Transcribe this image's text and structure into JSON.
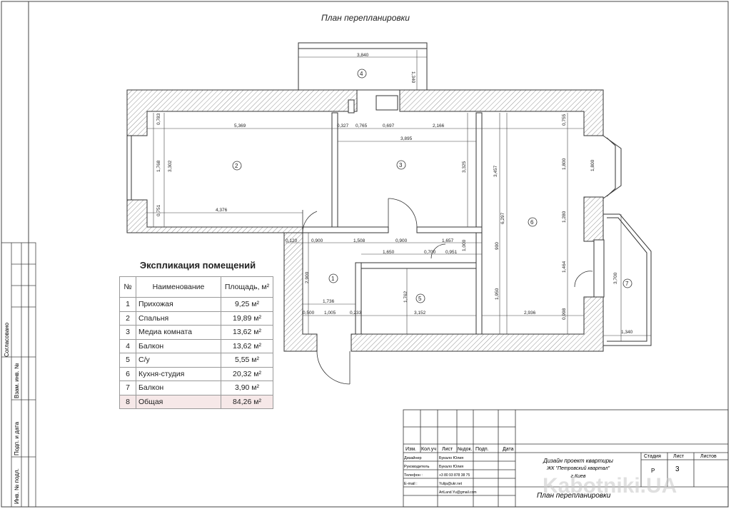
{
  "title": "План перепланировки",
  "rooms": [
    "1",
    "2",
    "3",
    "4",
    "5",
    "6",
    "7"
  ],
  "dims": {
    "d3840": "3,840",
    "d1340a": "1,340",
    "d5369": "5,369",
    "d0327": "0,327",
    "d0765": "0,765",
    "d0697": "0,697",
    "d2166": "2,166",
    "d3895": "3,895",
    "d0783": "0,783",
    "d1768": "1,768",
    "d3302": "3,302",
    "d0751": "0,751",
    "d4376": "4,376",
    "d3325": "3,325",
    "d3457": "3,457",
    "d6297": "6,297",
    "d0755": "0,755",
    "d1800a": "1,800",
    "d1800b": "1,800",
    "d1280": "1,280",
    "d1464": "1,464",
    "d0998": "0,998",
    "d0120": "0,120",
    "d0900a": "0,900",
    "d1508": "1,508",
    "d0900b": "0,900",
    "d1657": "1,657",
    "d1650": "1,650",
    "d0700": "0,700",
    "d0951": "0,951",
    "d1000": "1,000",
    "d900": "900",
    "d2900": "2,900",
    "d1736": "1,736",
    "d1762": "1,762",
    "d0500": "0,500",
    "d1005": "1,005",
    "d0233": "0,233",
    "d3152": "3,152",
    "d1950": "1,950",
    "d2936": "2,936",
    "d3700": "3,700",
    "d1340b": "1,340"
  },
  "explication": {
    "title": "Экспликация помещений",
    "headers": [
      "№",
      "Наименование",
      "Площадь, м²"
    ],
    "rows": [
      {
        "n": "1",
        "name": "Прихожая",
        "area": "9,25 м²"
      },
      {
        "n": "2",
        "name": "Спальня",
        "area": "19,89 м²"
      },
      {
        "n": "3",
        "name": "Медиа комната",
        "area": "13,62 м²"
      },
      {
        "n": "4",
        "name": "Балкон",
        "area": "13,62 м²"
      },
      {
        "n": "5",
        "name": "С/у",
        "area": "5,55 м²"
      },
      {
        "n": "6",
        "name": "Кухня-студия",
        "area": "20,32 м²"
      },
      {
        "n": "7",
        "name": "Балкон",
        "area": "3,90 м²"
      },
      {
        "n": "8",
        "name": "Общая",
        "area": "84,26 м²"
      }
    ]
  },
  "side_stamp": [
    "Согласовано",
    "Взам. инв. №",
    "Подп. и дата",
    "Инв. № подл."
  ],
  "stamp": {
    "cols": [
      "Изм.",
      "Кол.уч",
      "Лист",
      "№док.",
      "Подп.",
      "Дата"
    ],
    "roles": [
      "Дизайнер",
      "Руководитель",
      "Телефон :",
      "E-mail :"
    ],
    "names": [
      "Букало Юлия",
      "Букало Юлия",
      "+3 80 93 878 38 75",
      "Yulija@ukr.net",
      "ArtLand.Yu@gmail.com"
    ],
    "project_line1": "Дизайн проект квартиры",
    "project_line2": "ЖК \"Петровский квартал\"",
    "project_line3": "г.Киев",
    "sheet_title": "План перепланировки",
    "stage_label": "Стадия",
    "sheet_label": "Лист",
    "sheets_label": "Листов",
    "stage_value": "Р",
    "sheet_value": "3"
  },
  "watermark": "Kabotniki.UA"
}
